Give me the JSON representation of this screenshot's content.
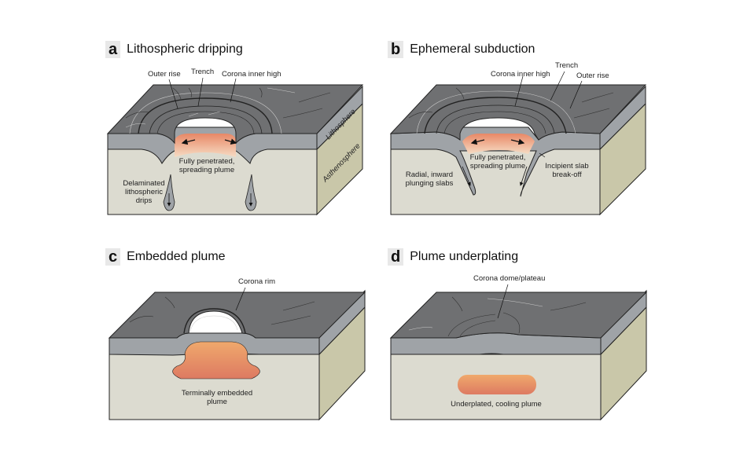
{
  "colors": {
    "lithosphere_top": "#6f7072",
    "lithosphere_side": "#9fa3a7",
    "asthenosphere_front": "#dcdbd0",
    "asthenosphere_side": "#c9c7a9",
    "plume_top": "#f0a96c",
    "plume_bottom": "#dd7a62"
  },
  "panels": [
    {
      "letter": "a",
      "title": "Lithospheric dripping",
      "labels": {
        "outer_rise": "Outer rise",
        "trench": "Trench",
        "corona_inner_high": "Corona inner high",
        "plume_1": "Fully penetrated,",
        "plume_2": "spreading plume",
        "drips_1": "Delaminated",
        "drips_2": "lithospheric",
        "drips_3": "drips",
        "side_litho": "Lithosphere",
        "side_astheno": "Asthenosphere"
      }
    },
    {
      "letter": "b",
      "title": "Ephemeral subduction",
      "labels": {
        "corona_inner_high": "Corona inner high",
        "trench": "Trench",
        "outer_rise": "Outer rise",
        "plume_1": "Fully penetrated,",
        "plume_2": "spreading plume",
        "slabs_1": "Radial, inward",
        "slabs_2": "plunging slabs",
        "breakoff_1": "Incipient slab",
        "breakoff_2": "break-off"
      }
    },
    {
      "letter": "c",
      "title": "Embedded plume",
      "labels": {
        "corona_rim": "Corona rim",
        "plume_1": "Terminally embedded",
        "plume_2": "plume"
      }
    },
    {
      "letter": "d",
      "title": "Plume underplating",
      "labels": {
        "corona_dome": "Corona dome/plateau",
        "plume": "Underplated, cooling plume"
      }
    }
  ]
}
